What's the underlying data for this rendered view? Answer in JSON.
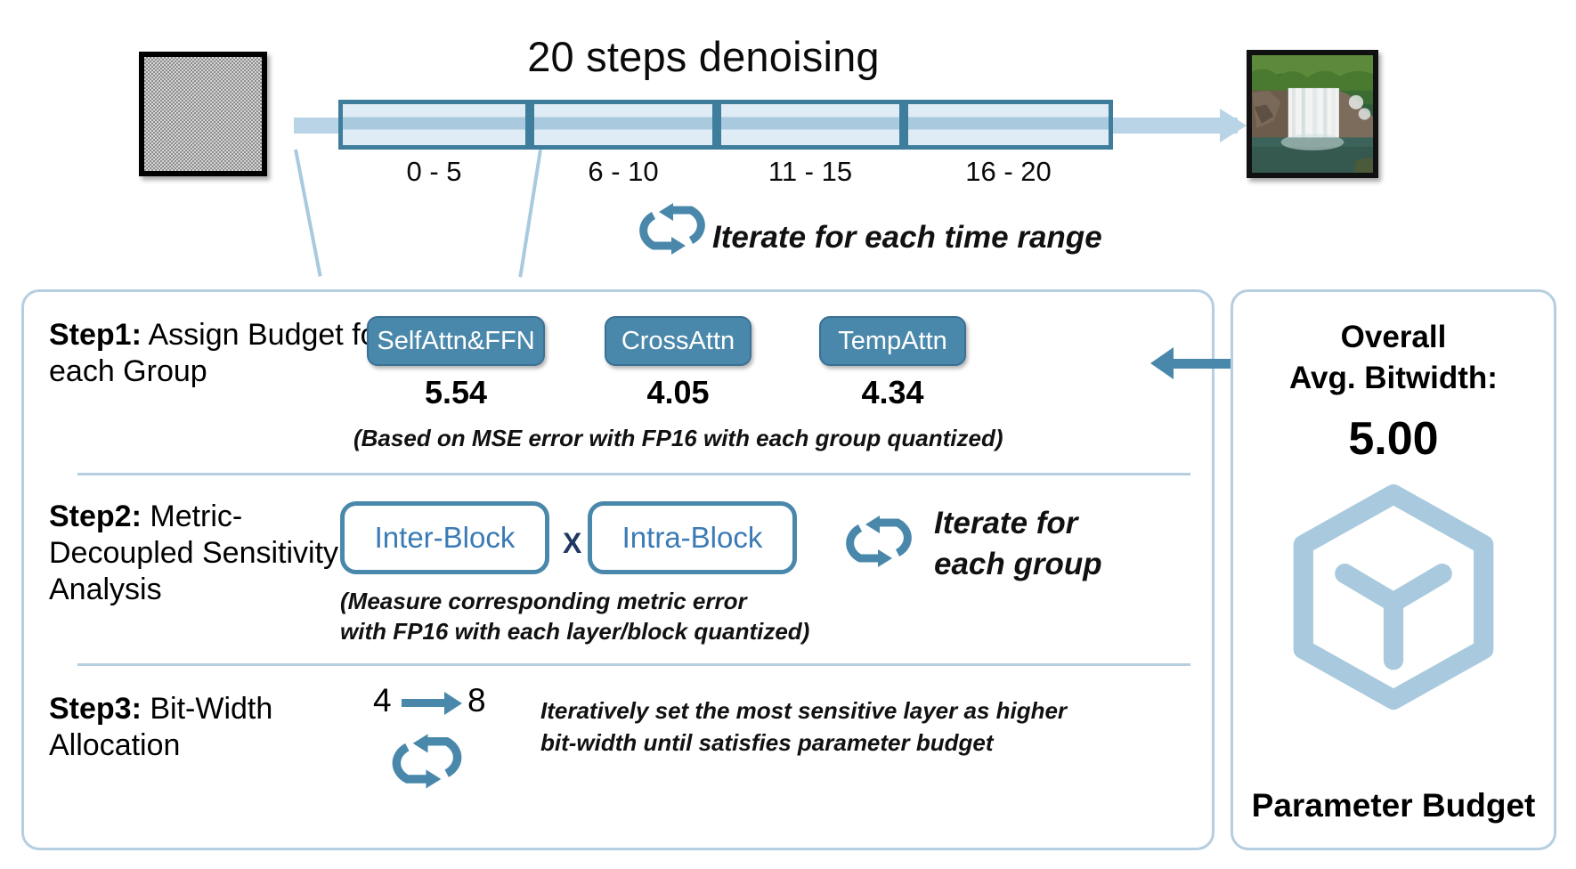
{
  "timeline": {
    "title": "20 steps denoising",
    "segments": [
      {
        "label": "0 - 5"
      },
      {
        "label": "6 - 10"
      },
      {
        "label": "11 - 15"
      },
      {
        "label": "16 - 20"
      }
    ],
    "iterate_note": "Iterate for each time range",
    "start_image_alt": "gaussian-noise-thumbnail",
    "end_image_alt": "waterfall-photo-thumbnail"
  },
  "steps": {
    "step1": {
      "label_bold": "Step1:",
      "label_rest": " Assign Budget for each Group",
      "groups": [
        {
          "name": "SelfAttn&FFN",
          "value": "5.54"
        },
        {
          "name": "CrossAttn",
          "value": "4.05"
        },
        {
          "name": "TempAttn",
          "value": "4.34"
        }
      ],
      "note": "(Based on MSE error with FP16 with each group quantized)"
    },
    "step2": {
      "label_bold": "Step2:",
      "label_rest": " Metric-Decoupled Sensitivity Analysis",
      "box_left": "Inter-Block",
      "operator": "X",
      "box_right": "Intra-Block",
      "note_line1_pre": "(Measure corresponding ",
      "note_line1_bold": "metric error",
      "note_line2": "with FP16 with each layer/block quantized)",
      "iterate_note_line1": "Iterate for",
      "iterate_note_line2": "each group"
    },
    "step3": {
      "label_bold": "Step3:",
      "label_rest": " Bit-Width Allocation",
      "bitwidth_from": "4",
      "bitwidth_to": "8",
      "note_line1": "Iteratively set the most sensitive layer as higher",
      "note_line2": "bit-width until satisfies parameter budget"
    }
  },
  "budget_panel": {
    "title_line1": "Overall",
    "title_line2": "Avg. Bitwidth:",
    "value": "5.00",
    "icon_name": "hexagon-cube-icon",
    "caption": "Parameter Budget"
  },
  "colors": {
    "accent_blue": "#4a88ab",
    "light_blue": "#a9cade",
    "panel_border": "#b5cee0",
    "segment_border": "#3e7e9c",
    "box_text_blue": "#3b7bb5",
    "operator_navy": "#1f3864"
  }
}
